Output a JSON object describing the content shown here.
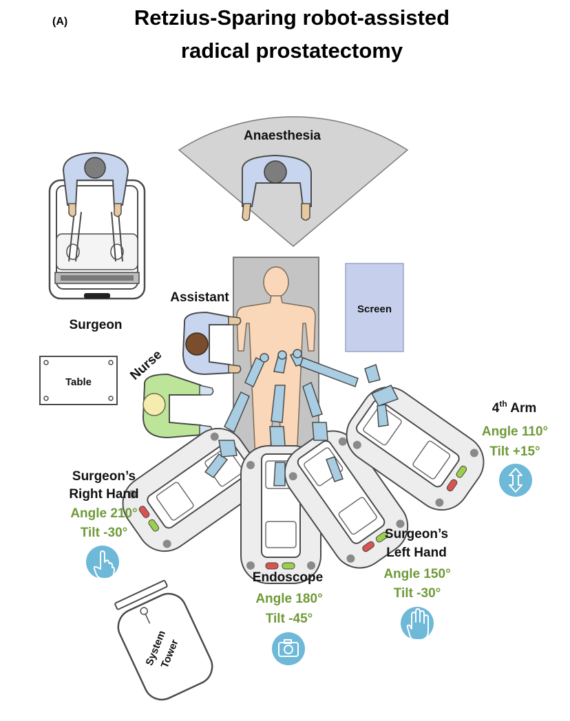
{
  "panel_label": "(A)",
  "title": [
    "Retzius-Sparing robot-assisted",
    "radical prostatectomy"
  ],
  "labels": {
    "anaesthesia": "Anaesthesia",
    "surgeon": "Surgeon",
    "assistant": "Assistant",
    "screen": "Screen",
    "table": "Table",
    "nurse": "Nurse",
    "system_tower": [
      "System",
      "Tower"
    ]
  },
  "arms": [
    {
      "id": "fourth-arm",
      "name_main": "4",
      "name_sup": "th",
      "name_rest": " Arm",
      "angle": "Angle 110°",
      "tilt": "Tilt +15°",
      "icon": "up-down-arrow-icon"
    },
    {
      "id": "right-hand",
      "name": [
        "Surgeon’s",
        "Right Hand"
      ],
      "angle": "Angle 210°",
      "tilt": "Tilt -30°",
      "icon": "hand-pointing-icon"
    },
    {
      "id": "endoscope",
      "name": [
        "Endoscope"
      ],
      "angle": "Angle 180°",
      "tilt": "Tilt -45°",
      "icon": "camera-icon"
    },
    {
      "id": "left-hand",
      "name": [
        "Surgeon’s",
        "Left Hand"
      ],
      "angle": "Angle 150°",
      "tilt": "Tilt -30°",
      "icon": "hand-open-icon"
    }
  ],
  "colors": {
    "arm_blue": "#a9cde2",
    "skin": "#f9d7b8",
    "gown_blue": "#c7d6ee",
    "nurse_green": "#bde59a",
    "screen": "#c6cfec",
    "zone_gray": "#d4d4d4",
    "label_green": "#6f9a38",
    "icon_teal": "#6eb8d8"
  }
}
